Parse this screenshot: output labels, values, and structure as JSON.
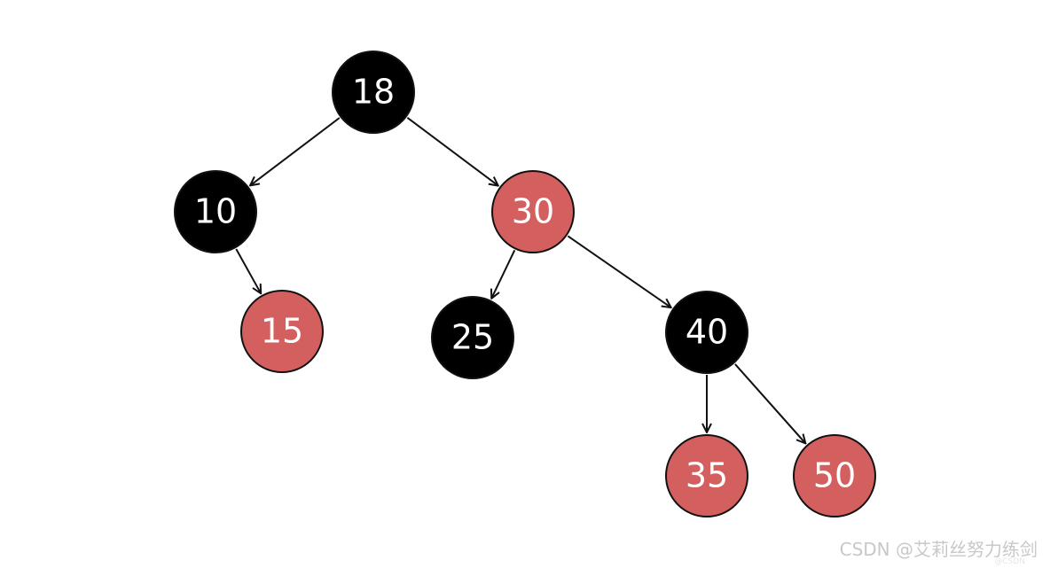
{
  "diagram": {
    "type": "red-black-tree",
    "colors": {
      "black": "#000000",
      "red": "#d35f5f",
      "node_text": "#ffffff",
      "edge": "#111111"
    },
    "nodes": [
      {
        "id": "n18",
        "label": "18",
        "color": "black"
      },
      {
        "id": "n10",
        "label": "10",
        "color": "black"
      },
      {
        "id": "n30",
        "label": "30",
        "color": "red"
      },
      {
        "id": "n15",
        "label": "15",
        "color": "red"
      },
      {
        "id": "n25",
        "label": "25",
        "color": "black"
      },
      {
        "id": "n40",
        "label": "40",
        "color": "black"
      },
      {
        "id": "n35",
        "label": "35",
        "color": "red"
      },
      {
        "id": "n50",
        "label": "50",
        "color": "red"
      }
    ],
    "edges": [
      {
        "from": "n18",
        "to": "n10"
      },
      {
        "from": "n18",
        "to": "n30"
      },
      {
        "from": "n10",
        "to": "n15"
      },
      {
        "from": "n30",
        "to": "n25"
      },
      {
        "from": "n30",
        "to": "n40"
      },
      {
        "from": "n40",
        "to": "n35"
      },
      {
        "from": "n40",
        "to": "n50"
      }
    ]
  },
  "watermark": {
    "text": "CSDN @艾莉丝努力练剑",
    "color": "#c8c8c8"
  }
}
